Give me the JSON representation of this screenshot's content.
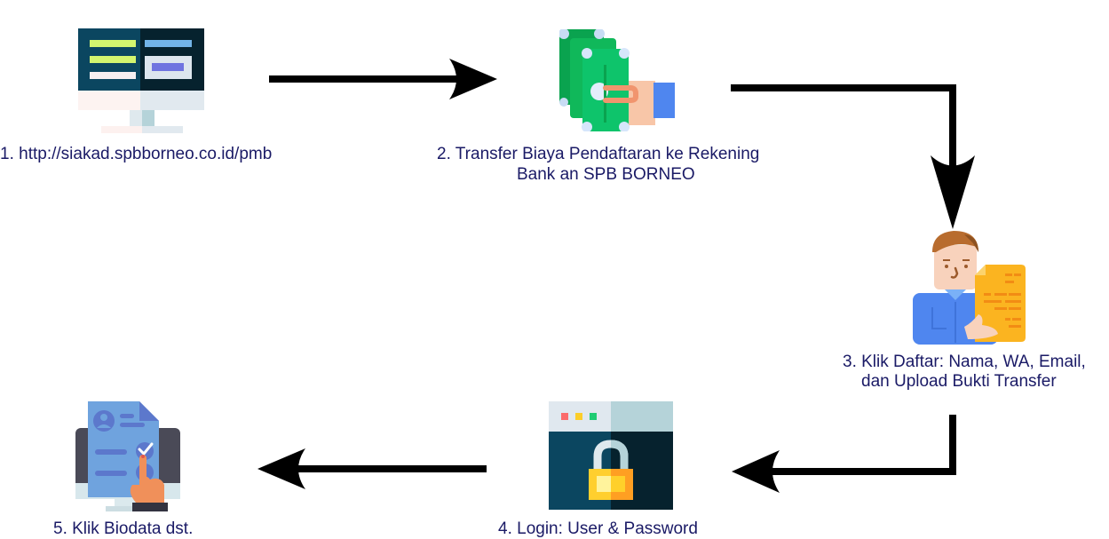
{
  "diagram": {
    "type": "flow",
    "steps": [
      {
        "number": 1,
        "label": "1. http://siakad.spbborneo.co.id/pmb",
        "icon": "desktop-monitor-icon"
      },
      {
        "number": 2,
        "label_line1": "2. Transfer Biaya Pendaftaran ke Rekening",
        "label_line2": "Bank an SPB BORNEO",
        "icon": "money-transfer-hand-icon"
      },
      {
        "number": 3,
        "label_line1": "3. Klik Daftar: Nama, WA, Email,",
        "label_line2": "dan Upload Bukti Transfer",
        "icon": "person-holding-document-icon"
      },
      {
        "number": 4,
        "label": "4. Login: User & Password",
        "icon": "browser-lock-icon"
      },
      {
        "number": 5,
        "label": "5. Klik Biodata dst.",
        "icon": "biodata-form-monitor-icon"
      }
    ],
    "connections": [
      {
        "from": 1,
        "to": 2,
        "direction": "right"
      },
      {
        "from": 2,
        "to": 3,
        "direction": "right-then-down"
      },
      {
        "from": 3,
        "to": 4,
        "direction": "down-then-left"
      },
      {
        "from": 4,
        "to": 5,
        "direction": "left"
      }
    ],
    "colors": {
      "label_text": "#1a1a66",
      "arrow": "#000000"
    }
  }
}
